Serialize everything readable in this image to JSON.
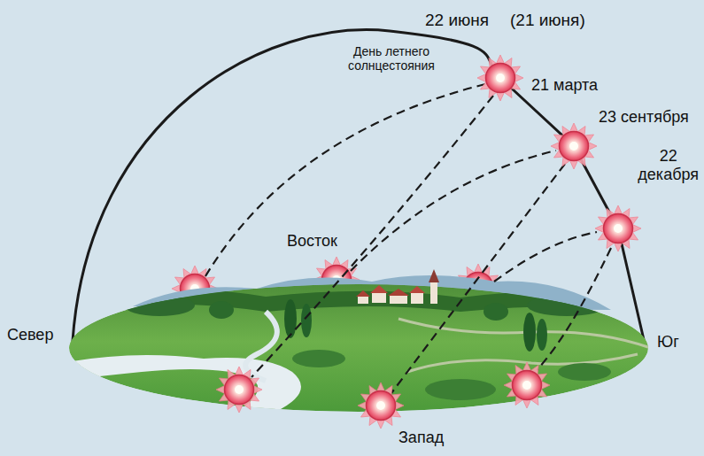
{
  "diagram": {
    "labels": [
      "День летнего солнцестояния",
      "22 июня",
      "(21 июня)",
      "21 марта",
      "23 сентября",
      "22 декабря",
      "Восток",
      "Север",
      "Юг",
      "Запад"
    ]
  }
}
